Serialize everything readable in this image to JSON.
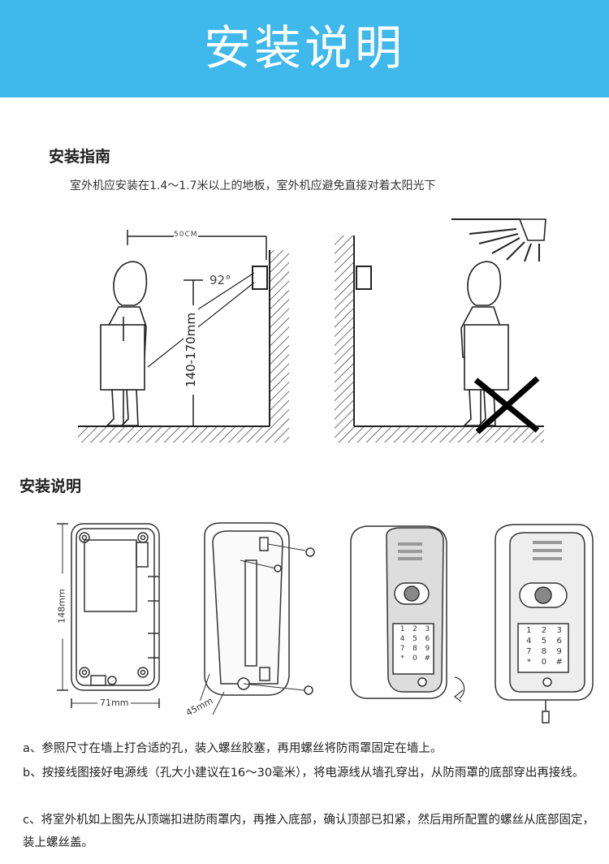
{
  "header": {
    "title": "安装说明"
  },
  "guide": {
    "heading": "安装指南",
    "text": "室外机应安装在1.4～1.7米以上的地板，室外机应避免直接对着太阳光下",
    "diagram": {
      "distance_label": "50CM",
      "angle_label": "92°",
      "height_label": "140-170mm"
    }
  },
  "instructions": {
    "heading": "安装说明",
    "dim_height": "148mm",
    "dim_width": "71mm",
    "dim_angle": "45mm",
    "keypad": [
      "1",
      "2",
      "3",
      "4",
      "5",
      "6",
      "7",
      "8",
      "9",
      "*",
      "0",
      "#"
    ],
    "steps": [
      "a、参照尺寸在墙上打合适的孔，装入螺丝胶塞，再用螺丝将防雨罩固定在墙上。",
      "b、按接线图接好电源线（孔大小建议在16～30毫米），将电源线从墙孔穿出，从防雨罩的底部穿出再接线。",
      "c、将室外机如上图先从顶端扣进防雨罩内，再推入底部，确认顶部已扣紧，然后用所配置的螺丝从底部固定，装上螺丝盖。"
    ]
  }
}
